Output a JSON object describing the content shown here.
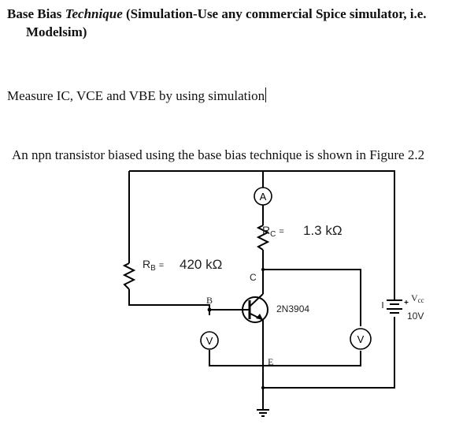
{
  "document": {
    "title_part1": "Base Bias ",
    "title_italic": "Technique",
    "title_part2": " (Simulation-Use any commercial Spice simulator, i.e.",
    "title_line2": "Modelsim)",
    "instruction": "Measure IC, VCE and VBE by using simulation",
    "intro": "An npn transistor biased using the base bias technique is shown in Figure 2.2"
  },
  "circuit": {
    "rb_label": "R",
    "rb_sub": "B",
    "rb_eq": "=",
    "rb_value": "420 kΩ",
    "rc_label": "R",
    "rc_sub": "C",
    "rc_eq": "=",
    "rc_value": "1.3 kΩ",
    "ammeter_symbol": "A",
    "voltmeter_symbol": "V",
    "voltmeter2_symbol": "V",
    "collector_label": "C",
    "base_label": "B",
    "emitter_label": "E",
    "transistor_model": "2N3904",
    "vcc_label": "V",
    "vcc_sub": "cc",
    "vcc_value": "10V"
  }
}
